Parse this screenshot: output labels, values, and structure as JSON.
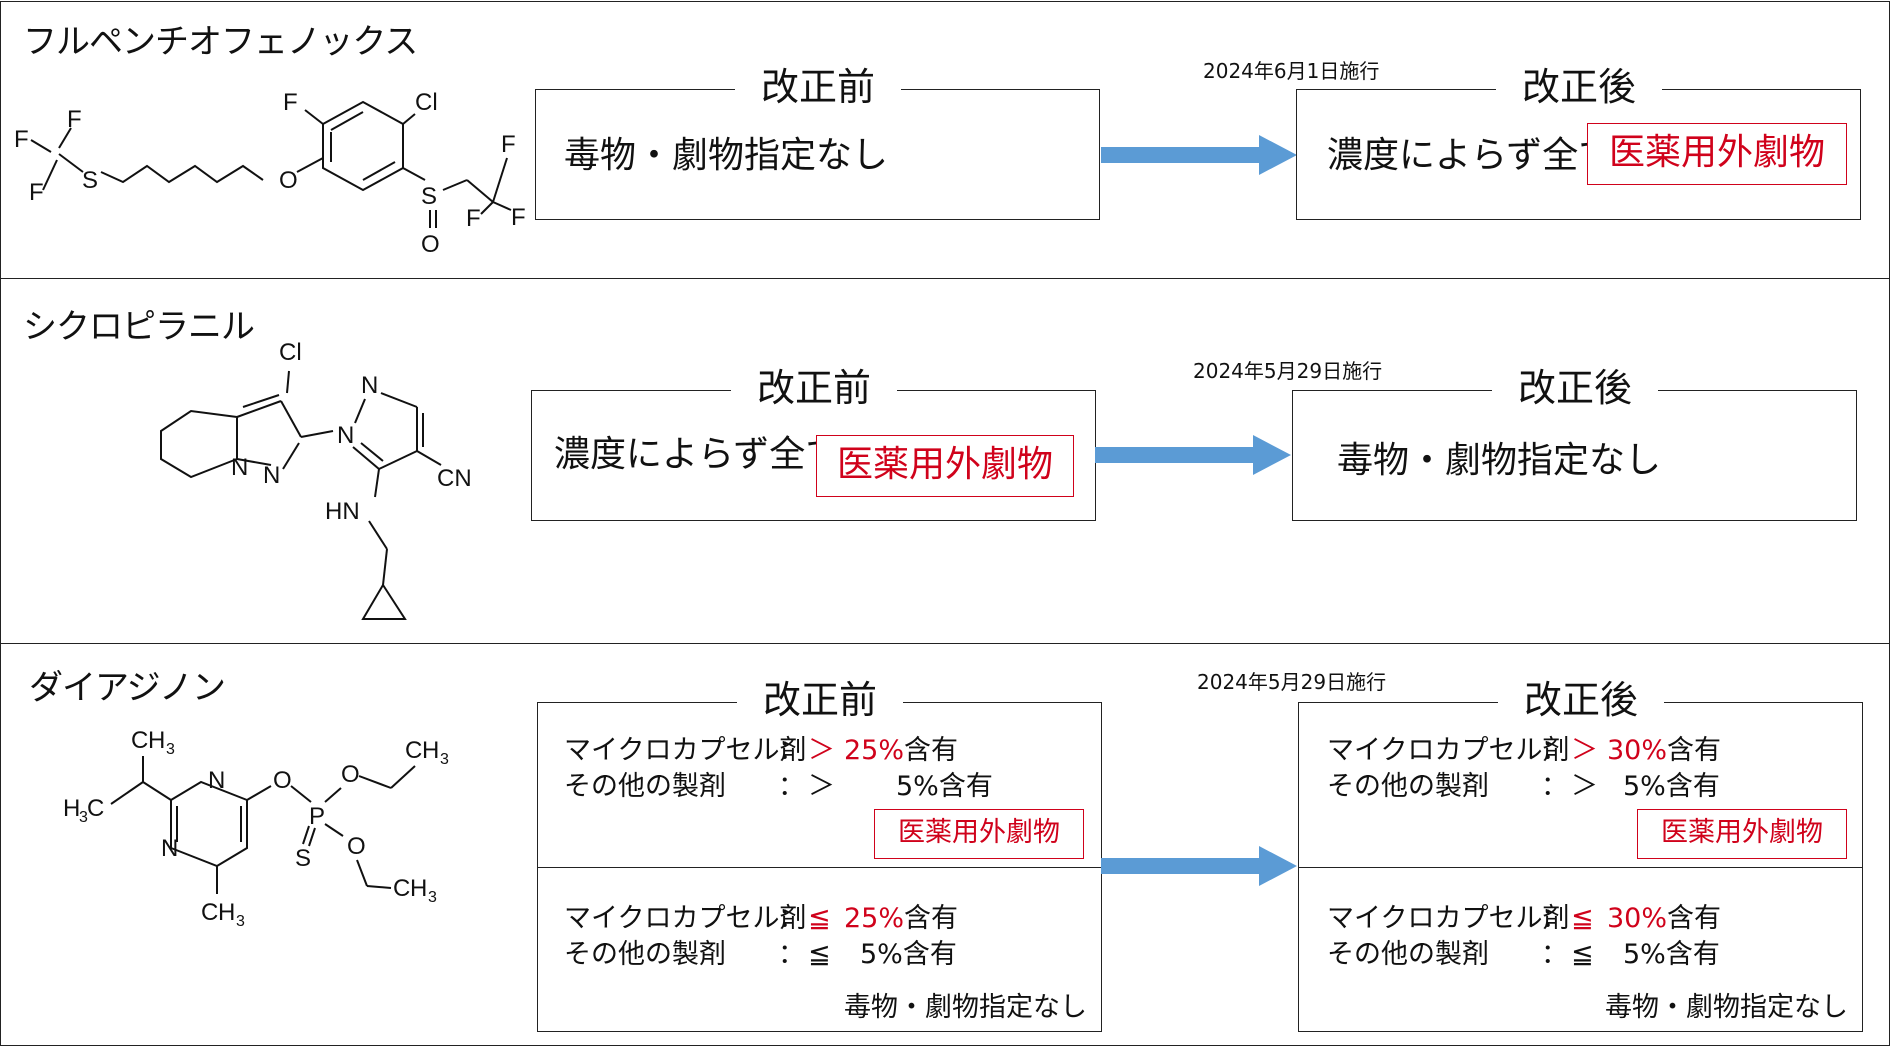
{
  "panels": [
    {
      "name": "フルペンチオフェノックス",
      "effective": "2024年6月1日施行",
      "before": {
        "label": "改正前",
        "text": "毒物・劇物指定なし"
      },
      "after": {
        "label": "改正後",
        "text": "濃度によらず全て",
        "badge": "医薬用外劇物"
      }
    },
    {
      "name": "シクロピラニル",
      "effective": "2024年5月29日施行",
      "before": {
        "label": "改正前",
        "text": "濃度によらず全て",
        "badge": "医薬用外劇物"
      },
      "after": {
        "label": "改正後",
        "text": "毒物・劇物指定なし"
      }
    },
    {
      "name": "ダイアジノン",
      "effective": "2024年5月29日施行",
      "before": {
        "label": "改正前",
        "upper": {
          "row1_name": "マイクロカプセル剤",
          "row1_op": "＞",
          "row1_val": "25%",
          "row1_unit": "含有",
          "row2_name": "その他の製剤",
          "row2_op": "＞",
          "row2_val": "5%",
          "row2_unit": "含有",
          "badge": "医薬用外劇物"
        },
        "lower": {
          "row1_name": "マイクロカプセル剤",
          "row1_op": "≦",
          "row1_val": "25%",
          "row1_unit": "含有",
          "row2_name": "その他の製剤",
          "row2_op": "≦",
          "row2_val": "5%",
          "row2_unit": "含有",
          "note": "毒物・劇物指定なし"
        }
      },
      "after": {
        "label": "改正後",
        "upper": {
          "row1_name": "マイクロカプセル剤",
          "row1_op": "＞",
          "row1_val": "30%",
          "row1_unit": "含有",
          "row2_name": "その他の製剤",
          "row2_op": "＞",
          "row2_val": "5%",
          "row2_unit": "含有",
          "badge": "医薬用外劇物"
        },
        "lower": {
          "row1_name": "マイクロカプセル剤",
          "row1_op": "≦",
          "row1_val": "30%",
          "row1_unit": "含有",
          "row2_name": "その他の製剤",
          "row2_op": "≦",
          "row2_val": "5%",
          "row2_unit": "含有",
          "note": "毒物・劇物指定なし"
        }
      }
    }
  ],
  "colon": "：",
  "atoms": {
    "F": "F",
    "Cl": "Cl",
    "S": "S",
    "O": "O",
    "N": "N",
    "P": "P",
    "CN": "CN",
    "HN": "HN",
    "C": "C",
    "H": "H",
    "num3": "3"
  },
  "colors": {
    "accent_red": "#d0021b",
    "arrow_blue": "#5b9bd5"
  }
}
